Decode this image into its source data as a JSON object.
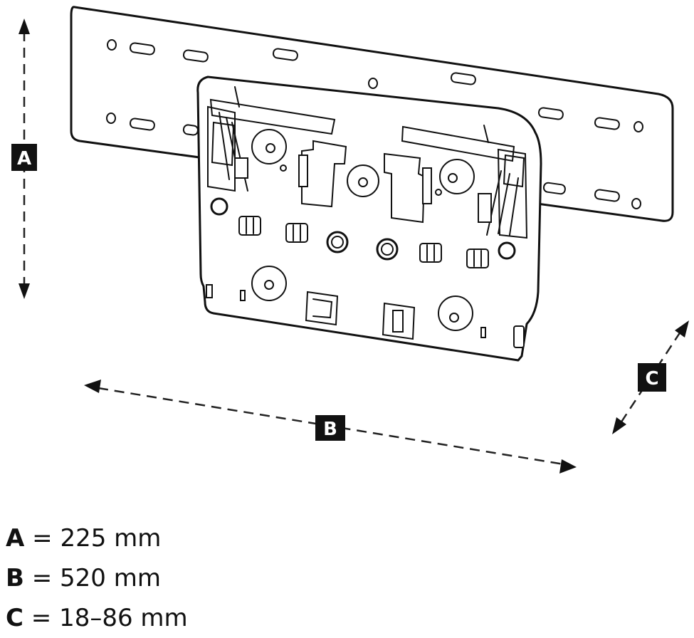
{
  "dimensions": [
    {
      "letter": "A",
      "eq": " = ",
      "value": "225 mm"
    },
    {
      "letter": "B",
      "eq": " = ",
      "value": "520 mm"
    },
    {
      "letter": "C",
      "eq": " = ",
      "value": "18–86 mm"
    }
  ],
  "colors": {
    "ink": "#111111",
    "paper": "#ffffff"
  }
}
